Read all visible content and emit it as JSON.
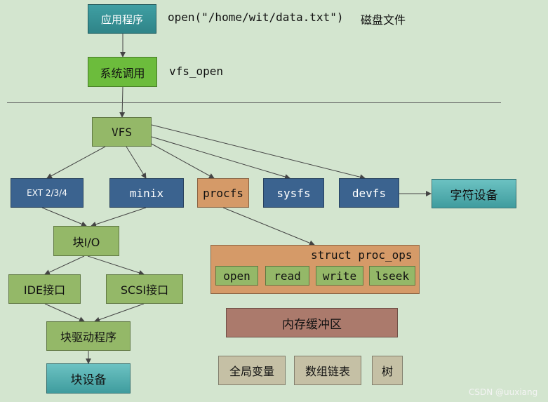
{
  "top": {
    "app_label": "应用程序",
    "path_text": "open(\"/home/wit/data.txt\")",
    "disk_file": "磁盘文件",
    "syscall_label": "系统调用",
    "vfs_open": "vfs_open"
  },
  "vfs": {
    "vfs_label": "VFS",
    "filesystems": [
      "EXT 2/3/4",
      "minix",
      "procfs",
      "sysfs",
      "devfs"
    ],
    "char_device": "字符设备"
  },
  "block": {
    "block_io": "块I/O",
    "ide": "IDE接口",
    "scsi": "SCSI接口",
    "driver": "块驱动程序",
    "device": "块设备"
  },
  "proc_ops": {
    "title": "struct proc_ops",
    "ops": [
      "open",
      "read",
      "write",
      "lseek"
    ]
  },
  "memory": {
    "buffer": "内存缓冲区",
    "items": [
      "全局变量",
      "数组链表",
      "树"
    ]
  },
  "watermark": "CSDN @uuxiang",
  "colors": {
    "background": "#d3e5cf",
    "app_box": "#3f9fa3",
    "syscall_box": "#6cbc3c",
    "sage_box": "#94b868",
    "fs_box": "#3b638f",
    "procfs_box": "#d59a68",
    "buffer_box": "#ab7a6c",
    "memory_item_box": "#c5c0a5",
    "arrow": "#444444"
  }
}
